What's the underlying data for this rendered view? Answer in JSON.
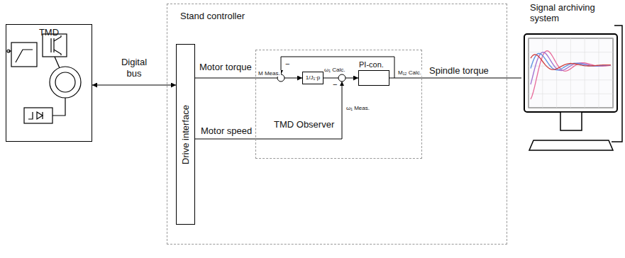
{
  "diagram": {
    "nodes": [
      {
        "text": [
          "Stand controller"
        ]
      },
      {
        "text": [
          "TMD"
        ]
      },
      {
        "text": [
          "Drive interface"
        ],
        "in": 0
      },
      {
        "text": [
          "TMD Observer"
        ],
        "in": 0
      },
      {
        "text": [
          "1/J₁·p"
        ],
        "in": 3
      },
      {
        "text": [
          "PI-con."
        ],
        "in": 3
      },
      {
        "text": [
          "Signal archiving system"
        ]
      }
    ],
    "edges": [
      {
        "from": 1,
        "to": 2,
        "arrow": "both",
        "label": "Digital bus"
      },
      {
        "from": 2,
        "to": 4,
        "arrow": "to"
      },
      {
        "from": 4,
        "to": 5,
        "arrow": "to"
      },
      {
        "from": 5,
        "to": 6,
        "arrow": "none"
      }
    ],
    "labels": [
      "Motor torque",
      "Motor speed",
      "M Meas.",
      "ω₁ Calc.",
      "−",
      "−",
      "ω₁ Meas.",
      "M₁₂ Calc.",
      "Spindle torque"
    ]
  }
}
